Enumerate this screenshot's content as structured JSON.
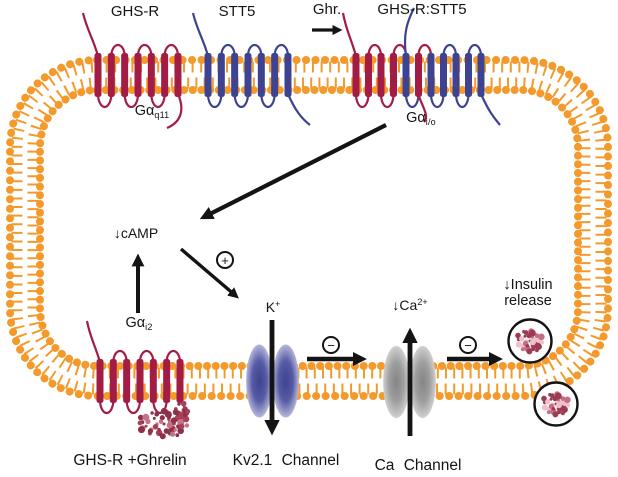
{
  "labels": {
    "ghsr": "GHS-R",
    "stt5": "STT5",
    "ghrelin_short": "Ghr.",
    "dimer": "GHS-R:STT5",
    "gq_base": "Gα",
    "gq_sub": "q11",
    "gio_base": "Gα",
    "gio_sub": "i/o",
    "gi2_base": "Gα",
    "gi2_sub": "i2",
    "camp": "↓cAMP",
    "k_base": "K",
    "k_sup": "+",
    "ca_base": "↓Ca",
    "ca_sup": "2+",
    "plus_symbol": "+",
    "minus_symbol": "−",
    "insulin_line1": "↓Insulin",
    "insulin_line2": "release",
    "receptor_bottom": "GHS-R +Ghrelin",
    "kv_channel": "Kv2.1 Channel",
    "ca_channel": "Ca Channel"
  },
  "colors": {
    "membrane": "#F49A2C",
    "ghsr_red": "#A21C45",
    "stt5_blue": "#3D4391",
    "arrow": "#141414",
    "kv_dark": "#3F4390",
    "kv_mid": "#575BA5",
    "kv_light": "#B5B7D9",
    "ca_dark": "#858585",
    "ca_mid": "#9E9E9E",
    "ca_light": "#D0D0D0",
    "granule_dark": "#9C3B52",
    "granule_mid": "#C36F85",
    "granule_light": "#F0BFCB",
    "ghrelin_dark": "#8E3048",
    "ghrelin_mid": "#A74159",
    "ghrelin_light": "#C4728A"
  }
}
